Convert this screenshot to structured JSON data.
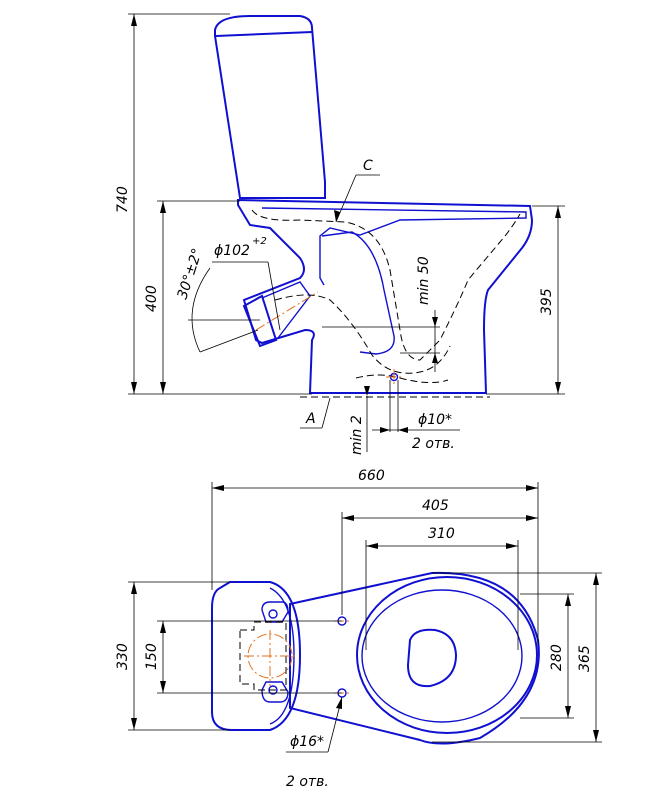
{
  "side_view": {
    "dim_height_total": "740",
    "dim_height_bowl": "400",
    "dim_rim_height": "395",
    "dim_outlet_diameter": "ϕ102",
    "dim_outlet_diameter_tol": "+2",
    "dim_outlet_angle": "30°±2°",
    "dim_trap_seal": "min 50",
    "dim_bottom_gap": "min 2",
    "dim_hole_diameter": "ϕ10*",
    "dim_hole_count": "2 отв.",
    "label_section_c": "C",
    "label_base_a": "A"
  },
  "plan_view": {
    "dim_overall_length": "660",
    "dim_hole_to_front": "405",
    "dim_bowl_length": "310",
    "dim_tank_width": "330",
    "dim_tank_hole_spacing": "150",
    "dim_bowl_inner_width": "280",
    "dim_bowl_width": "365",
    "dim_floor_hole_diameter": "ϕ16*",
    "dim_floor_hole_count": "2 отв."
  },
  "colors": {
    "outline": "#1010d0",
    "dimension": "#000000",
    "centerline": "#e07020"
  }
}
